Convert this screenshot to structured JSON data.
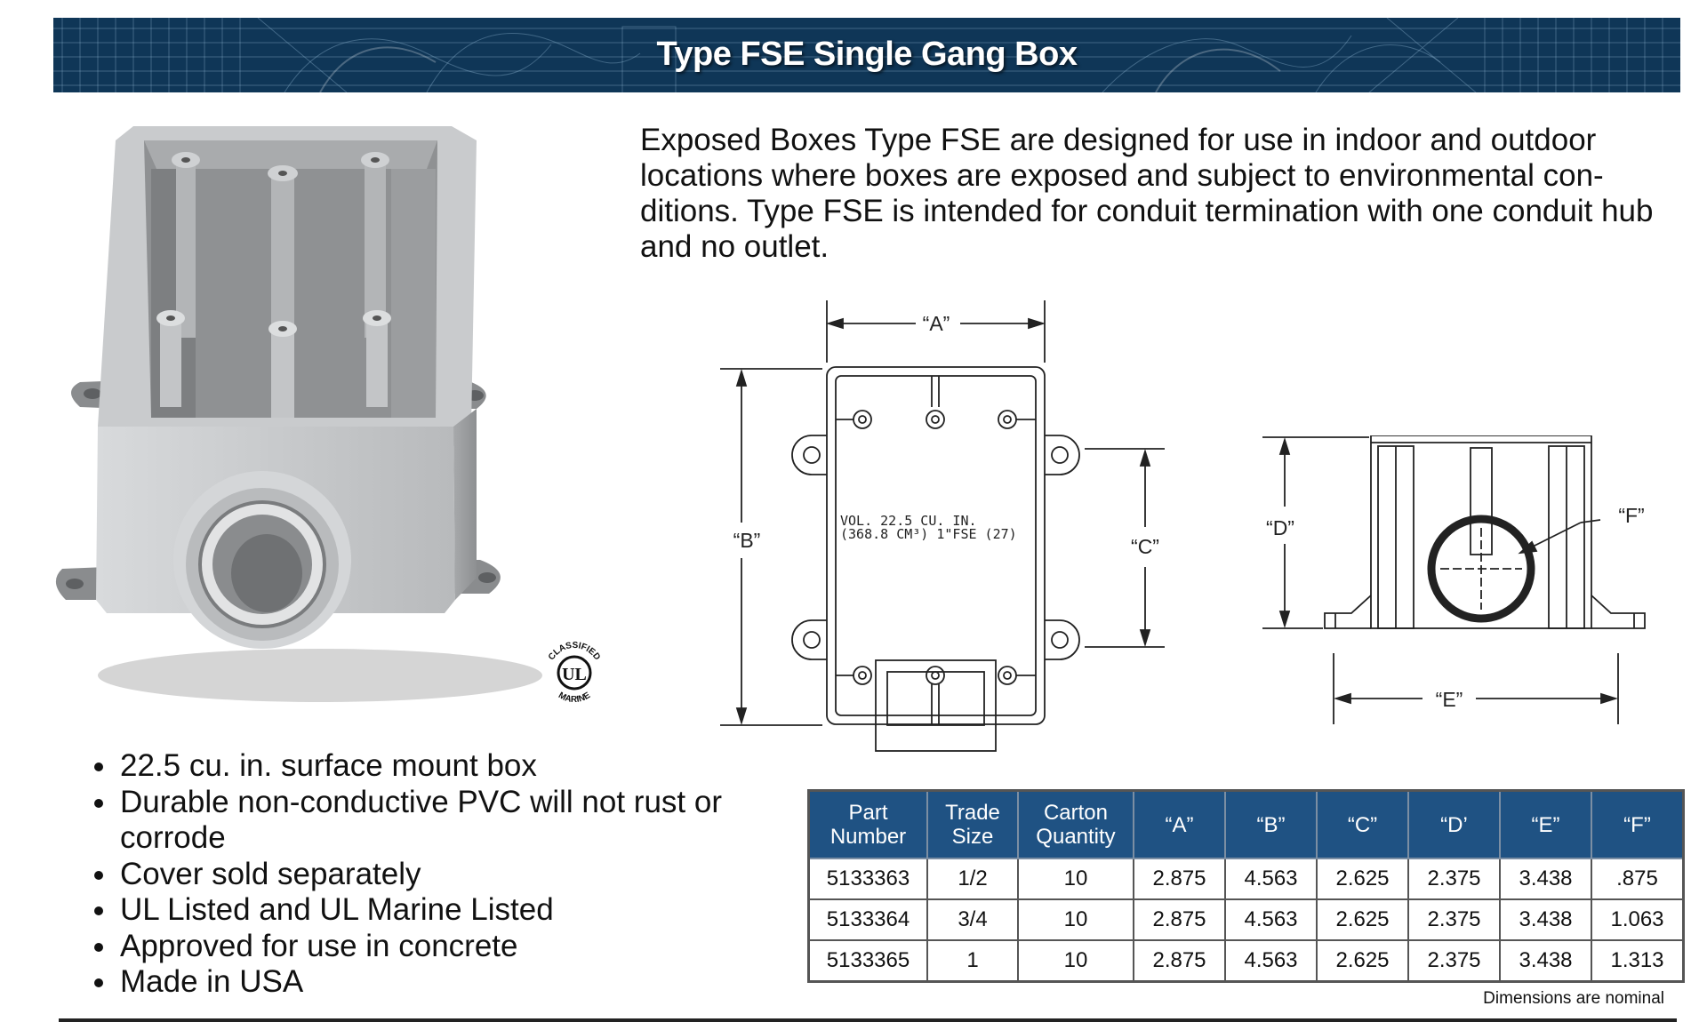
{
  "banner": {
    "title": "Type FSE  Single Gang Box"
  },
  "intro": {
    "text": "Exposed Boxes Type FSE are designed for use in indoor and outdoor locations where boxes are exposed and subject to environmental con- ditions. Type FSE is intended for conduit termination with one conduit hub and no outlet."
  },
  "drawing": {
    "dim_a": "“A”",
    "dim_b": "“B”",
    "dim_c": "“C”",
    "dim_d": "“D”",
    "dim_e": "“E”",
    "dim_f": "“F”",
    "stamp_line1": "VOL. 22.5 CU. IN.",
    "stamp_line2": "(368.8 CM³) 1\"FSE (27)"
  },
  "certification": {
    "top": "CLASSIFIED",
    "mark": "UL",
    "bottom": "MARINE"
  },
  "features": [
    "22.5 cu. in. surface mount box",
    "Durable non-conductive PVC will not rust or corrode",
    "Cover sold separately",
    "UL Listed and UL Marine Listed",
    "Approved for use in concrete",
    "Made in USA"
  ],
  "table": {
    "headers": [
      {
        "line1": "Part",
        "line2": "Number"
      },
      {
        "line1": "Trade",
        "line2": "Size"
      },
      {
        "line1": "Carton",
        "line2": "Quantity"
      },
      {
        "line1": "“A”",
        "line2": ""
      },
      {
        "line1": "“B”",
        "line2": ""
      },
      {
        "line1": "“C”",
        "line2": ""
      },
      {
        "line1": "“D’",
        "line2": ""
      },
      {
        "line1": "“E”",
        "line2": ""
      },
      {
        "line1": "“F”",
        "line2": ""
      }
    ],
    "rows": [
      [
        "5133363",
        "1/2",
        "10",
        "2.875",
        "4.563",
        "2.625",
        "2.375",
        "3.438",
        ".875"
      ],
      [
        "5133364",
        "3/4",
        "10",
        "2.875",
        "4.563",
        "2.625",
        "2.375",
        "3.438",
        "1.063"
      ],
      [
        "5133365",
        "1",
        "10",
        "2.875",
        "4.563",
        "2.625",
        "2.375",
        "3.438",
        "1.313"
      ]
    ]
  },
  "footnote": "Dimensions are nominal",
  "colors": {
    "banner": "#0f3657",
    "table_header": "#1f5283",
    "box_pvc": "#c7c9cb"
  }
}
